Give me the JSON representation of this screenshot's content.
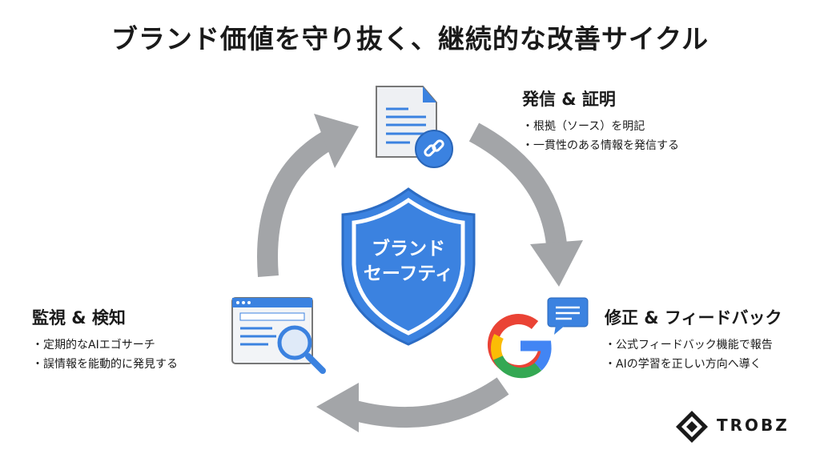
{
  "title": "ブランド価値を守り抜く、継続的な改善サイクル",
  "center": {
    "line1": "ブランド",
    "line2": "セーフティ"
  },
  "steps": [
    {
      "heading": "発信 & 証明",
      "bullets": [
        "・根拠（ソース）を明記",
        "・一貫性のある情報を発信する"
      ],
      "icon": "document-link-icon"
    },
    {
      "heading": "修正 & フィードバック",
      "bullets": [
        "・公式フィードバック機能で報告",
        "・AIの学習を正しい方向へ導く"
      ],
      "icon": "google-feedback-icon"
    },
    {
      "heading": "監視 & 検知",
      "bullets": [
        "・定期的なAIエゴサーチ",
        "・誤情報を能動的に発見する"
      ],
      "icon": "browser-search-icon"
    }
  ],
  "logo": "TROBZ",
  "colors": {
    "blue": "#3b82e0",
    "arrow": "#a3a5a8",
    "text": "#1a1a1a"
  }
}
